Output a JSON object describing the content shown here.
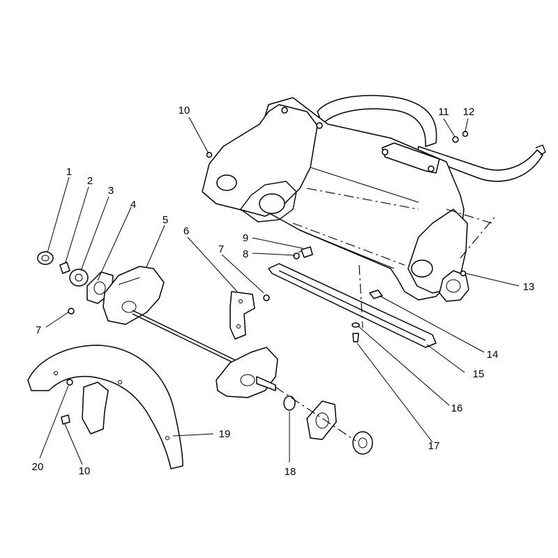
{
  "callouts": {
    "c1": "1",
    "c2": "2",
    "c3": "3",
    "c4": "4",
    "c5": "5",
    "c6": "6",
    "c7a": "7",
    "c7b": "7",
    "c8": "8",
    "c9": "9",
    "c10a": "10",
    "c10b": "10",
    "c11": "11",
    "c12": "12",
    "c13": "13",
    "c14": "14",
    "c15": "15",
    "c16": "16",
    "c17": "17",
    "c18": "18",
    "c19": "19",
    "c20": "20"
  }
}
